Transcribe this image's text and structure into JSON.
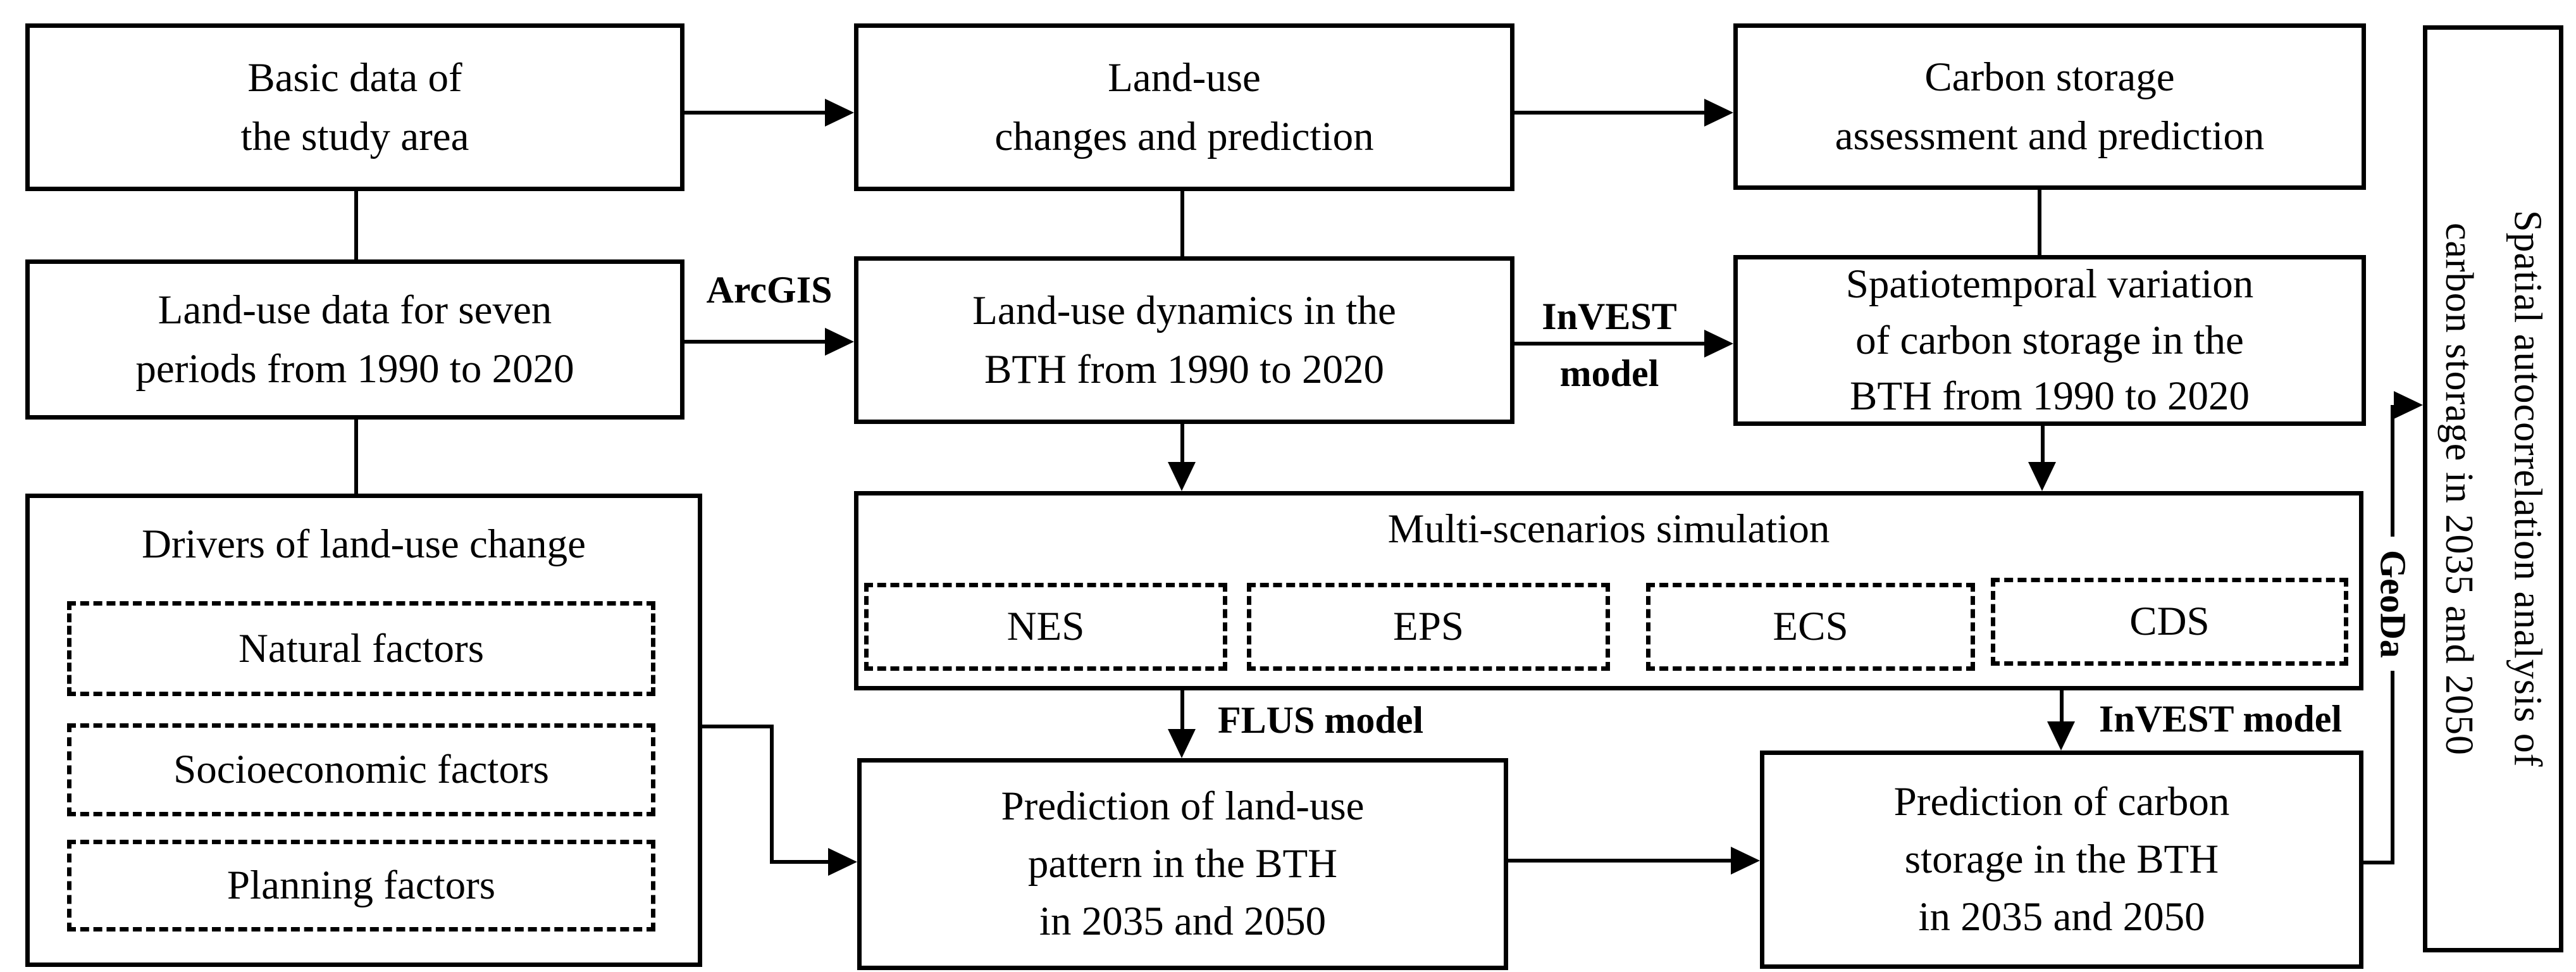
{
  "diagram": {
    "background": "#ffffff",
    "line_color": "#000000",
    "boxes": {
      "basic_data": "Basic data of\nthe study area",
      "landuse_changes": "Land-use\nchanges and prediction",
      "carbon_assessment": "Carbon storage\nassessment and prediction",
      "landuse_data": "Land-use data for seven\nperiods from 1990 to 2020",
      "landuse_dynamics": "Land-use dynamics in the\nBTH from 1990 to 2020",
      "spatiotemporal_variation": "Spatiotemporal variation\nof carbon storage in the\nBTH from 1990 to 2020",
      "drivers_title": "Drivers of land-use change",
      "drivers_factors": [
        "Natural factors",
        "Socioeconomic factors",
        "Planning factors"
      ],
      "multi_scenarios_title": "Multi-scenarios simulation",
      "scenarios": [
        "NES",
        "EPS",
        "ECS",
        "CDS"
      ],
      "prediction_landuse": "Prediction of land-use\npattern in the BTH\nin 2035 and 2050",
      "prediction_carbon": "Prediction of carbon\nstorage in the BTH\nin 2035 and 2050",
      "spatial_autocorrelation": "Spatial autocorrelation analysis of\ncarbon storage in 2035 and 2050"
    },
    "edge_labels": {
      "arcgis": "ArcGIS",
      "invest_top_line1": "InVEST",
      "invest_top_line2": "model",
      "flus": "FLUS model",
      "invest_bottom": "InVEST model",
      "geoda": "GeoDa"
    }
  }
}
